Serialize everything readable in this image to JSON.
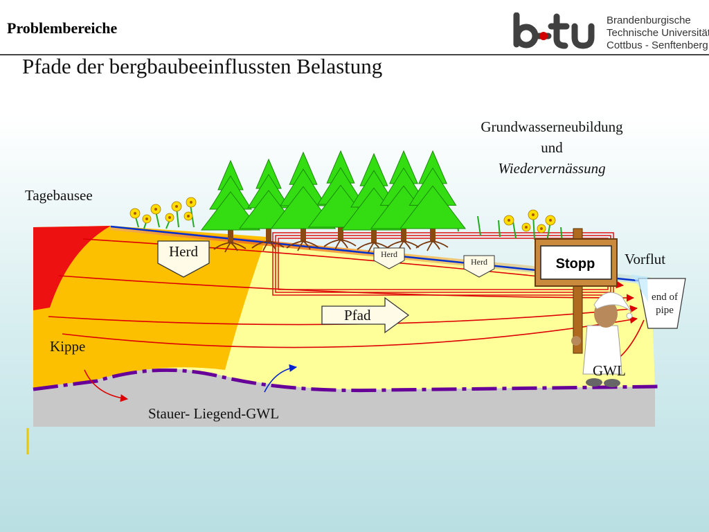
{
  "header": {
    "section_label": "Problembereiche",
    "logo": {
      "wordmark": "b-tu",
      "line1": "Brandenburgische",
      "line2": "Technische Universität",
      "line3": "Cottbus - Senftenberg"
    }
  },
  "title": "Pfade der bergbaubeeinflussten Belastung",
  "labels": {
    "lake": "Tagebausee",
    "gw_line1": "Grundwasserneubildung",
    "gw_line2": "und",
    "gw_line3": "Wiedervernässung",
    "herd_main": "Herd",
    "herd_small_1": "Herd",
    "herd_small_2": "Herd",
    "stopp": "Stopp",
    "vorflut": "Vorflut",
    "end_of_pipe": "end of pipe",
    "pfad": "Pfad",
    "kippe": "Kippe",
    "gwl": "GWL",
    "stauer": "Stauer- Liegend-GWL"
  },
  "icons": [
    "spruce-tree-icon",
    "yellow-flower-icon",
    "stop-sign-icon",
    "sleeping-man-icon",
    "arrow-icon"
  ],
  "colors": {
    "dump_orange": "#fcc000",
    "lake_red": "#ee1111",
    "aquifer_yellow": "#ffff99",
    "bedrock_grey": "#c8c8c8",
    "tree_green": "#33dd11",
    "flow_line": "#dd0000",
    "purple_boundary": "#660099"
  }
}
